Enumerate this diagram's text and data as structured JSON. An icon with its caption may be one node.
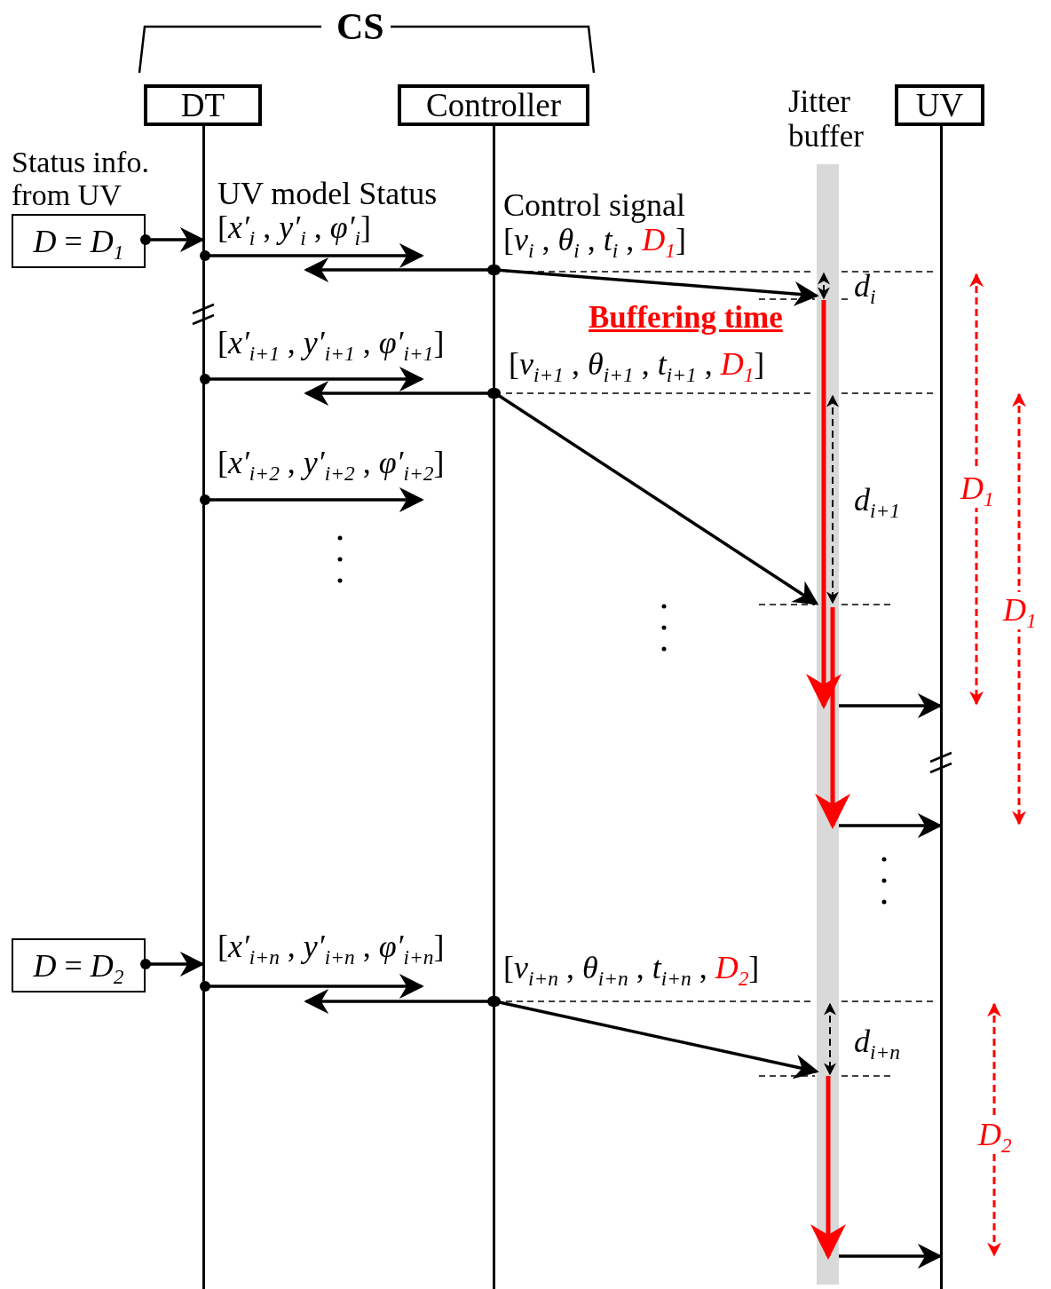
{
  "diagram": {
    "nodes": [
      {
        "text": [
          "DT"
        ]
      },
      {
        "text": [
          "Controller"
        ]
      },
      {
        "text": [
          "Jitter buffer"
        ]
      },
      {
        "text": [
          "UV"
        ]
      },
      {
        "text": [
          "*D* = *D*$_{1}$"
        ],
        "beside": [
          "Status info. from UV"
        ]
      },
      {
        "text": [
          "*D* = *D*$_{2}$"
        ]
      },
      {
        "text": [],
        "shape": "bar"
      },
      {
        "text": [],
        "shape": "bar"
      },
      {
        "text": [],
        "shape": "bar"
      }
    ],
    "edges": [
      {
        "from": 4,
        "to": 6,
        "arrow": "to"
      },
      {
        "from": 6,
        "to": null,
        "arrow": "to",
        "label": "[*x′*$_{i}$ , *y′*$_{i}$ , *φ′*$_{i}$]"
      },
      {
        "from": 7,
        "to": null,
        "arrow": "to"
      },
      {
        "from": 7,
        "to": 2,
        "arrow": "to",
        "label": "[*v*$_{i}$ , *θ*$_{i}$ , *t*$_{i}$ , *D*$_{1}$]"
      },
      {
        "from": 6,
        "to": null,
        "arrow": "to",
        "label": "[*x′*$_{i+1}$ , *y′*$_{i+1}$ , *φ′*$_{i+1}$]"
      },
      {
        "from": 7,
        "to": null,
        "arrow": "to"
      },
      {
        "from": 7,
        "to": 2,
        "arrow": "to",
        "label": "[*v*$_{i+1}$ , *θ*$_{i+1}$ , *t*$_{i+1}$ , *D*$_{1}$]"
      },
      {
        "from": 6,
        "to": null,
        "arrow": "to",
        "label": "[*x′*$_{i+2}$ , *y′*$_{i+2}$ , *φ′*$_{i+2}$]"
      },
      {
        "from": 2,
        "to": 8,
        "arrow": "to"
      },
      {
        "from": 2,
        "to": 8,
        "arrow": "to"
      },
      {
        "from": 5,
        "to": 6,
        "arrow": "to"
      },
      {
        "from": 6,
        "to": null,
        "arrow": "to",
        "label": "[*x′*$_{i+n}$ , *y′*$_{i+n}$ , *φ′*$_{i+n}$]"
      },
      {
        "from": 7,
        "to": null,
        "arrow": "to"
      },
      {
        "from": 7,
        "to": 2,
        "arrow": "to",
        "label": "[*v*$_{i+n}$ , *θ*$_{i+n}$ , *t*$_{i+n}$ , *D*$_{2}$]"
      },
      {
        "from": 2,
        "to": 8,
        "arrow": "to"
      }
    ],
    "labels": [
      "CS",
      "UV model Status",
      "Control signal",
      "*d*$_{i}$",
      "Buffering time",
      "*D*$_{1}$",
      "*d*$_{i+1}$",
      "*D*$_{1}$",
      "*d*$_{i+n}$",
      "*D*$_{2}$"
    ]
  }
}
